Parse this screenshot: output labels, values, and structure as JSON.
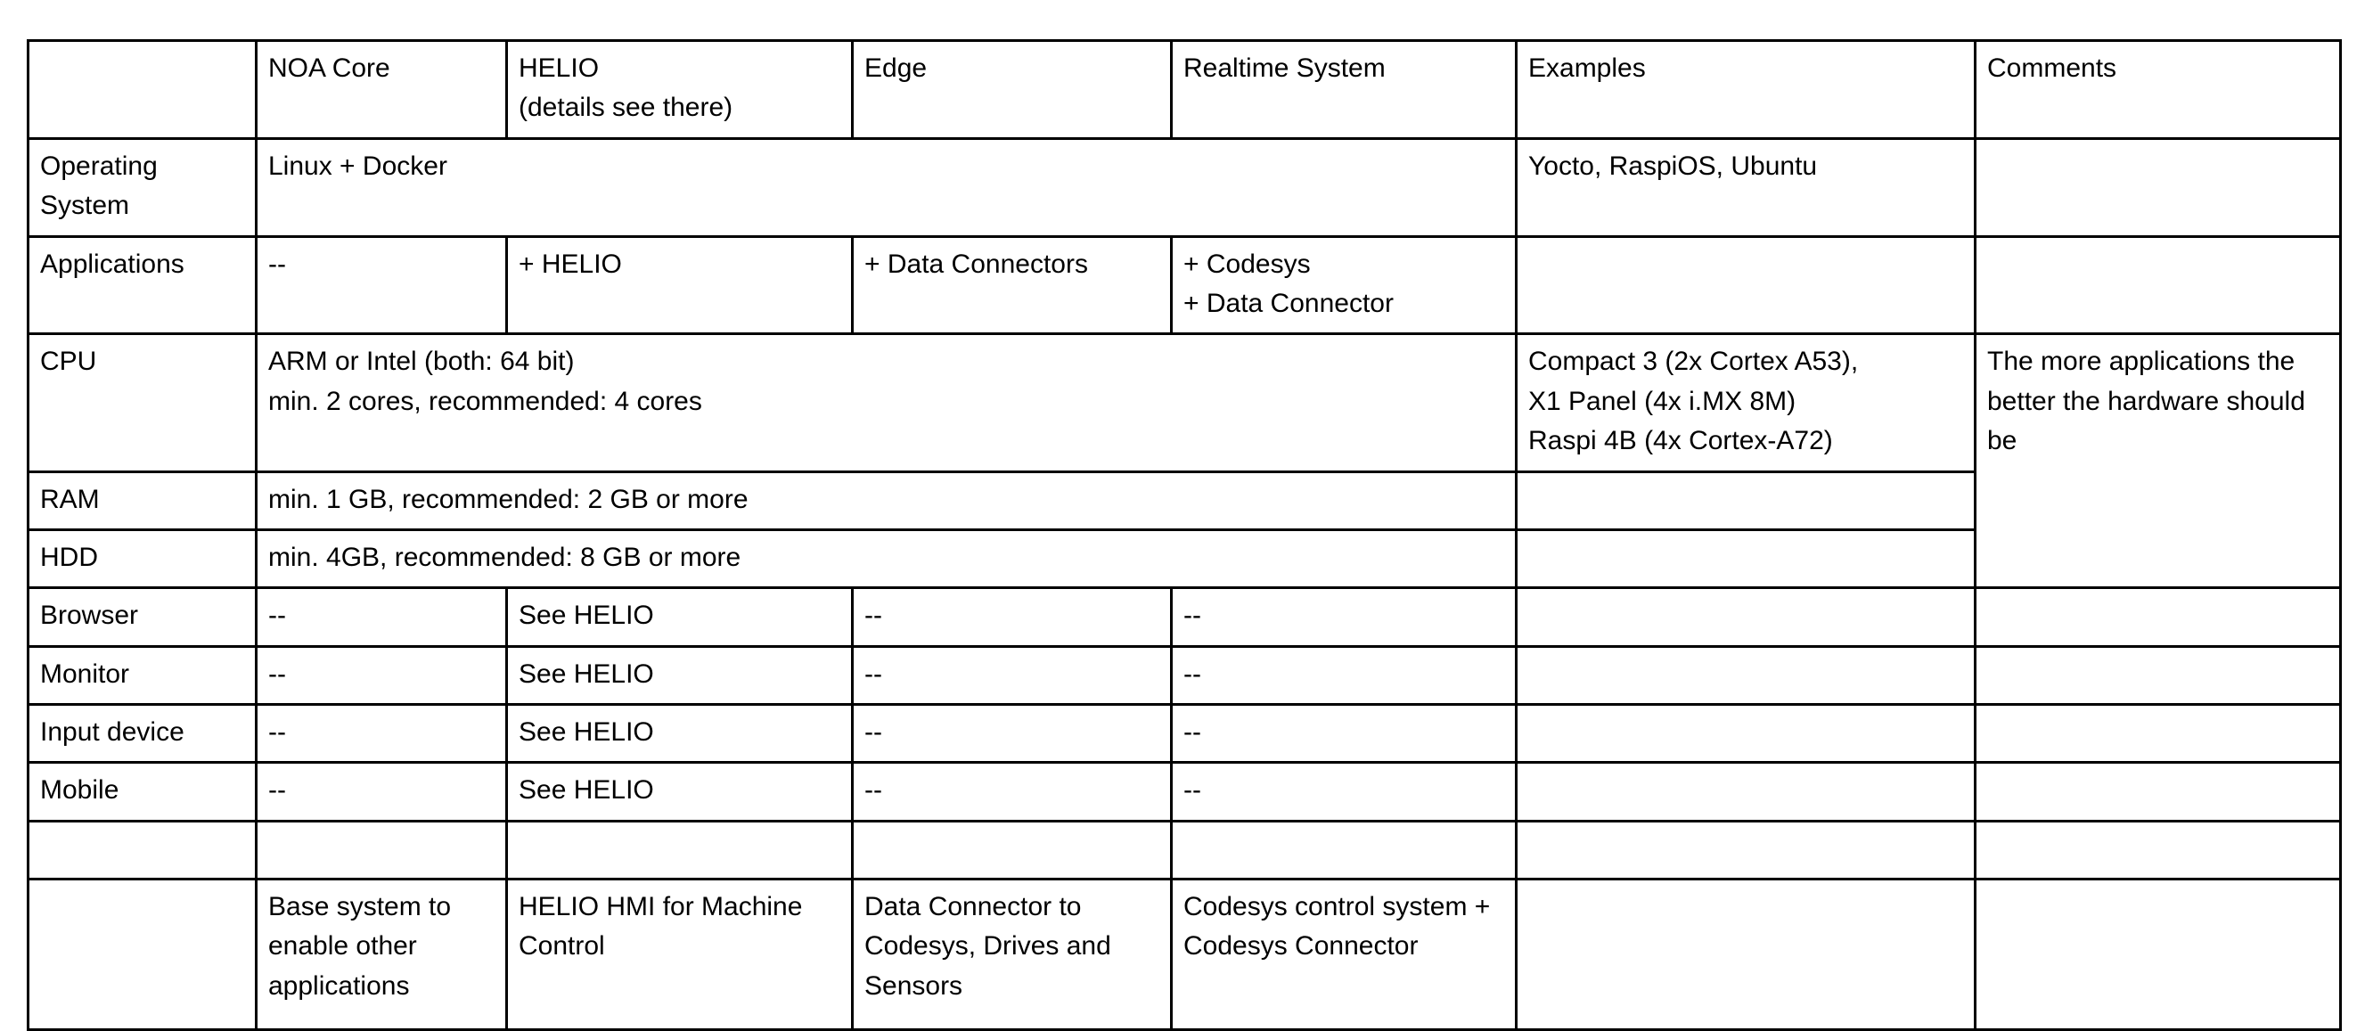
{
  "table": {
    "columns": [
      {
        "key": "label",
        "label": ""
      },
      {
        "key": "noacore",
        "label": "NOA Core"
      },
      {
        "key": "helio",
        "label": "HELIO"
      },
      {
        "key": "edge",
        "label": "Edge"
      },
      {
        "key": "rt",
        "label": "Realtime System"
      },
      {
        "key": "ex",
        "label": "Examples"
      },
      {
        "key": "com",
        "label": "Comments"
      }
    ],
    "header": {
      "col0": "",
      "noacore": "NOA Core",
      "helio_line1": "HELIO",
      "helio_line2": "(details see there)",
      "edge": "Edge",
      "realtime": "Realtime System",
      "examples": "Examples",
      "comments": "Comments"
    },
    "rows": {
      "operating_system": {
        "label_line1": "Operating",
        "label_line2": "System",
        "spanned_value": "Linux + Docker",
        "examples": "Yocto, RaspiOS, Ubuntu",
        "comments": ""
      },
      "applications": {
        "label": "Applications",
        "noacore": "--",
        "helio": "+ HELIO",
        "edge": "+ Data Connectors",
        "realtime_line1": "+ Codesys",
        "realtime_line2": "+ Data Connector",
        "examples": "",
        "comments": ""
      },
      "cpu": {
        "label": "CPU",
        "spanned_line1": "ARM or Intel (both: 64 bit)",
        "spanned_line2": "min. 2 cores, recommended: 4 cores",
        "examples_line1": "Compact 3 (2x Cortex A53),",
        "examples_line2": "X1 Panel (4x i.MX 8M)",
        "examples_line3": "Raspi 4B (4x Cortex-A72)",
        "comments": "The more applications the better the hardware should be"
      },
      "ram": {
        "label": "RAM",
        "spanned_value": "min. 1 GB, recommended: 2 GB or more",
        "examples": ""
      },
      "hdd": {
        "label": "HDD",
        "spanned_value": "min. 4GB, recommended: 8 GB or more",
        "examples": ""
      },
      "browser": {
        "label": "Browser",
        "noacore": "--",
        "helio": "See HELIO",
        "edge": "--",
        "realtime": "--",
        "examples": "",
        "comments": ""
      },
      "monitor": {
        "label": "Monitor",
        "noacore": "--",
        "helio": "See HELIO",
        "edge": "--",
        "realtime": "--",
        "examples": "",
        "comments": ""
      },
      "input_device": {
        "label": "Input device",
        "noacore": "--",
        "helio": "See HELIO",
        "edge": "--",
        "realtime": "--",
        "examples": "",
        "comments": ""
      },
      "mobile": {
        "label": "Mobile",
        "noacore": "--",
        "helio": "See HELIO",
        "edge": "--",
        "realtime": "--",
        "examples": "",
        "comments": ""
      },
      "blank": {
        "label": "",
        "noacore": "",
        "helio": "",
        "edge": "",
        "realtime": "",
        "examples": "",
        "comments": ""
      },
      "summary": {
        "label": "",
        "noacore": "Base system to enable other applications",
        "helio": "HELIO HMI for Machine Control",
        "edge": "Data Connector to Codesys, Drives and Sensors",
        "realtime": "Codesys control system + Codesys Connector",
        "examples": "",
        "comments": ""
      }
    }
  },
  "colors": {
    "border": "#000000",
    "text": "#000000",
    "background": "#ffffff"
  }
}
